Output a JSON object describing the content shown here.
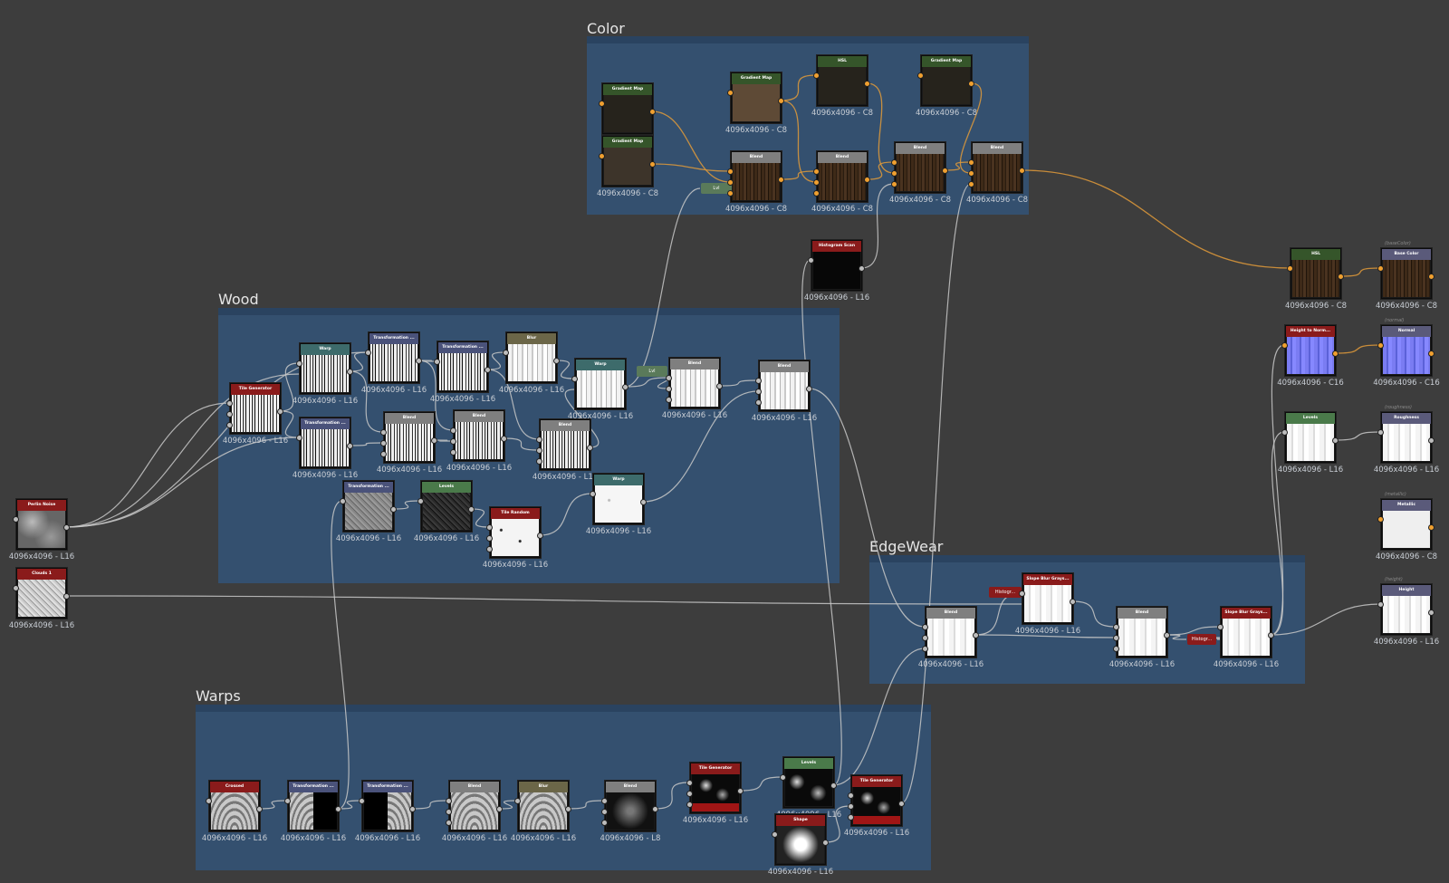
{
  "graph": {
    "frames": [
      {
        "id": "color",
        "title": "Color"
      },
      {
        "id": "wood",
        "title": "Wood"
      },
      {
        "id": "edgewear",
        "title": "EdgeWear"
      },
      {
        "id": "warps",
        "title": "Warps"
      }
    ],
    "nodes": [
      {
        "id": "perlin",
        "name": "Perlin Noise",
        "caption": "4096x4096 - L16",
        "hdr": "#8a1b1b",
        "thumb": "noise-soft"
      },
      {
        "id": "clouds",
        "name": "Clouds 1",
        "caption": "4096x4096 - L16",
        "hdr": "#8a1b1b",
        "thumb": "noise-grain"
      },
      {
        "id": "c_grad1",
        "name": "Gradient Map",
        "caption": "",
        "hdr": "#35552a",
        "thumb": "dark"
      },
      {
        "id": "c_grad2",
        "name": "Gradient Map",
        "caption": "4096x4096 - C8",
        "hdr": "#35552a",
        "thumb": "brown-dark"
      },
      {
        "id": "c_grad3",
        "name": "Gradient Map",
        "caption": "4096x4096 - C8",
        "hdr": "#35552a",
        "thumb": "brown"
      },
      {
        "id": "c_hsl1",
        "name": "HSL",
        "caption": "4096x4096 - C8",
        "hdr": "#35552a",
        "thumb": "dark"
      },
      {
        "id": "c_grad4",
        "name": "Gradient Map",
        "caption": "4096x4096 - C8",
        "hdr": "#35552a",
        "thumb": "dark"
      },
      {
        "id": "c_blend1",
        "name": "Blend",
        "caption": "4096x4096 - C8",
        "hdr": "#7f7f7f",
        "thumb": "wood"
      },
      {
        "id": "c_blend2",
        "name": "Blend",
        "caption": "4096x4096 - C8",
        "hdr": "#7f7f7f",
        "thumb": "wood"
      },
      {
        "id": "c_blend3",
        "name": "Blend",
        "caption": "4096x4096 - C8",
        "hdr": "#7f7f7f",
        "thumb": "wood"
      },
      {
        "id": "c_blend4",
        "name": "Blend",
        "caption": "4096x4096 - C8",
        "hdr": "#7f7f7f",
        "thumb": "wood"
      },
      {
        "id": "histo_scan",
        "name": "Histogram Scan",
        "caption": "4096x4096 - L16",
        "hdr": "#8a1b1b",
        "thumb": "black"
      },
      {
        "id": "w_tile",
        "name": "Tile Generator",
        "caption": "4096x4096 - L16",
        "hdr": "#8a1b1b",
        "thumb": "stripes"
      },
      {
        "id": "w_warp1",
        "name": "Warp",
        "caption": "4096x4096 - L16",
        "hdr": "#3d6b6b",
        "thumb": "stripes"
      },
      {
        "id": "w_trans1",
        "name": "Transformation ...",
        "caption": "4096x4096 - L16",
        "hdr": "#4a527a",
        "thumb": "stripes"
      },
      {
        "id": "w_trans2",
        "name": "Transformation ...",
        "caption": "4096x4096 - L16",
        "hdr": "#4a527a",
        "thumb": "stripes"
      },
      {
        "id": "w_blur",
        "name": "Blur",
        "caption": "4096x4096 - L16",
        "hdr": "#6b6648",
        "thumb": "soft-stripes"
      },
      {
        "id": "w_warp2",
        "name": "Warp",
        "caption": "4096x4096 - L16",
        "hdr": "#3d6b6b",
        "thumb": "soft-stripes"
      },
      {
        "id": "w_blend1",
        "name": "Blend",
        "caption": "4096x4096 - L16",
        "hdr": "#7f7f7f",
        "thumb": "soft-stripes"
      },
      {
        "id": "w_blend2",
        "name": "Blend",
        "caption": "4096x4096 - L16",
        "hdr": "#7f7f7f",
        "thumb": "soft-stripes"
      },
      {
        "id": "w_trans3",
        "name": "Transformation ...",
        "caption": "4096x4096 - L16",
        "hdr": "#4a527a",
        "thumb": "stripes"
      },
      {
        "id": "w_blend3",
        "name": "Blend",
        "caption": "4096x4096 - L16",
        "hdr": "#7f7f7f",
        "thumb": "stripes"
      },
      {
        "id": "w_blend4",
        "name": "Blend",
        "caption": "4096x4096 - L16",
        "hdr": "#7f7f7f",
        "thumb": "stripes"
      },
      {
        "id": "w_blend5",
        "name": "Blend",
        "caption": "4096x4096 - L16",
        "hdr": "#7f7f7f",
        "thumb": "stripes"
      },
      {
        "id": "w_trans4",
        "name": "Transformation ...",
        "caption": "4096x4096 - L16",
        "hdr": "#4a527a",
        "thumb": "grain-gray"
      },
      {
        "id": "w_levels",
        "name": "Levels",
        "caption": "4096x4096 - L16",
        "hdr": "#4a7a4a",
        "thumb": "grain-dark"
      },
      {
        "id": "w_tilerandom",
        "name": "Tile Random",
        "caption": "4096x4096 - L16",
        "hdr": "#8a1b1b",
        "thumb": "specks"
      },
      {
        "id": "w_warp3",
        "name": "Warp",
        "caption": "4096x4096 - L16",
        "hdr": "#3d6b6b",
        "thumb": "white"
      },
      {
        "id": "o_hsl",
        "name": "HSL",
        "caption": "4096x4096 - C8",
        "hdr": "#35552a",
        "thumb": "wood",
        "tag": ""
      },
      {
        "id": "o_base",
        "name": "Base Color",
        "caption": "4096x4096 - C8",
        "hdr": "#5a5a7a",
        "thumb": "wood",
        "tag": "(baseColor)"
      },
      {
        "id": "o_h2n",
        "name": "Height to Norm...",
        "caption": "4096x4096 - C16",
        "hdr": "#8a1b1b",
        "thumb": "normal",
        "tag": ""
      },
      {
        "id": "o_normal",
        "name": "Normal",
        "caption": "4096x4096 - C16",
        "hdr": "#5a5a7a",
        "thumb": "normal",
        "tag": "(normal)"
      },
      {
        "id": "o_levels",
        "name": "Levels",
        "caption": "4096x4096 - L16",
        "hdr": "#4a7a4a",
        "thumb": "white-soft",
        "tag": ""
      },
      {
        "id": "o_rough",
        "name": "Roughness",
        "caption": "4096x4096 - L16",
        "hdr": "#5a5a7a",
        "thumb": "white-soft",
        "tag": "(roughness)"
      },
      {
        "id": "o_metal",
        "name": "Metallic",
        "caption": "4096x4096 - C8",
        "hdr": "#5a5a7a",
        "thumb": "white-flat",
        "tag": "(metallic)"
      },
      {
        "id": "o_height",
        "name": "Height",
        "caption": "4096x4096 - L16",
        "hdr": "#5a5a7a",
        "thumb": "white-soft",
        "tag": "(height)"
      },
      {
        "id": "e_blend1",
        "name": "Blend",
        "caption": "4096x4096 - L16",
        "hdr": "#7f7f7f",
        "thumb": "white-soft"
      },
      {
        "id": "e_slope1",
        "name": "Slope Blur Grays...",
        "caption": "4096x4096 - L16",
        "hdr": "#8a1b1b",
        "thumb": "white-soft"
      },
      {
        "id": "e_blend2",
        "name": "Blend",
        "caption": "4096x4096 - L16",
        "hdr": "#7f7f7f",
        "thumb": "white-soft"
      },
      {
        "id": "e_slope2",
        "name": "Slope Blur Grays...",
        "caption": "4096x4096 - L16",
        "hdr": "#8a1b1b",
        "thumb": "white-soft"
      },
      {
        "id": "r_cross",
        "name": "Crossed",
        "caption": "4096x4096 - L16",
        "hdr": "#8a1b1b",
        "thumb": "swirl"
      },
      {
        "id": "r_trans1",
        "name": "Transformation ...",
        "caption": "4096x4096 - L16",
        "hdr": "#4a527a",
        "thumb": "swirl-half"
      },
      {
        "id": "r_trans2",
        "name": "Transformation ...",
        "caption": "4096x4096 - L16",
        "hdr": "#4a527a",
        "thumb": "swirl-half2"
      },
      {
        "id": "r_blend1",
        "name": "Blend",
        "caption": "4096x4096 - L16",
        "hdr": "#7f7f7f",
        "thumb": "swirl"
      },
      {
        "id": "r_blur",
        "name": "Blur",
        "caption": "4096x4096 - L16",
        "hdr": "#6b6648",
        "thumb": "swirl"
      },
      {
        "id": "r_blend2",
        "name": "Blend",
        "caption": "4096x4096 - L8",
        "hdr": "#7f7f7f",
        "thumb": "radial-dark"
      },
      {
        "id": "r_tile1",
        "name": "Tile Generator",
        "caption": "4096x4096 - L16",
        "hdr": "#8a1b1b",
        "thumb": "blobs-red"
      },
      {
        "id": "r_levels",
        "name": "Levels",
        "caption": "4096x4096 - L16",
        "hdr": "#4a7a4a",
        "thumb": "blobs"
      },
      {
        "id": "r_shape",
        "name": "Shape",
        "caption": "4096x4096 - L16",
        "hdr": "#8a1b1b",
        "thumb": "radial"
      },
      {
        "id": "r_tile2",
        "name": "Tile Generator",
        "caption": "4096x4096 - L16",
        "hdr": "#8a1b1b",
        "thumb": "blobs-red"
      }
    ],
    "small_nodes": [
      {
        "id": "lvl_a",
        "label": "Lvl",
        "color": "#5a7a5a"
      },
      {
        "id": "lvl_b",
        "label": "Lvl",
        "color": "#5a7a5a"
      },
      {
        "id": "histo1",
        "label": "Histogr...",
        "color": "#8a1b1b"
      },
      {
        "id": "histo2",
        "label": "Histogr...",
        "color": "#8a1b1b"
      }
    ],
    "colors": {
      "canvas": "#3d3d3d",
      "frame": "#34506f",
      "wire_gray": "#c8c8c8",
      "wire_orange": "#e09a3a"
    }
  }
}
